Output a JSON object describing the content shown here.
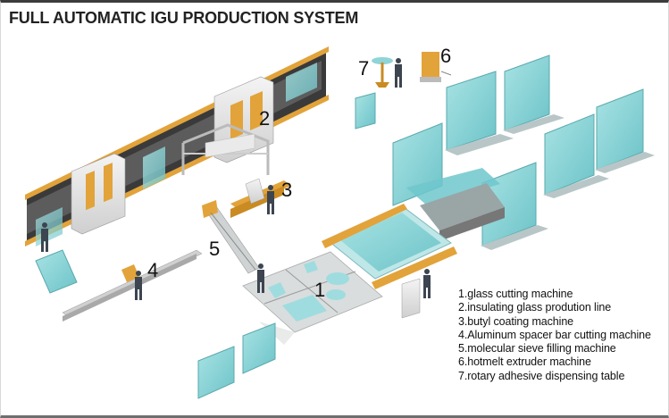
{
  "title": "FULL AUTOMATIC IGU PRODUCTION SYSTEM",
  "markers": [
    "1",
    "2",
    "3",
    "4",
    "5",
    "6",
    "7"
  ],
  "legend": [
    "1.glass cutting machine",
    "2.insulating glass prodution line",
    "3.butyl coating machine",
    "4.Aluminum spacer bar cutting machine",
    "5.molecular sieve filling machine",
    "6.hotmelt extruder machine",
    "7.rotary adhesive dispensing table"
  ],
  "colors": {
    "glass": "#8fd4d6",
    "glass_dark": "#5bb7bd",
    "machine_orange": "#e2a33a",
    "machine_grey": "#d9d9d9",
    "floor": "#e8ebe9"
  }
}
